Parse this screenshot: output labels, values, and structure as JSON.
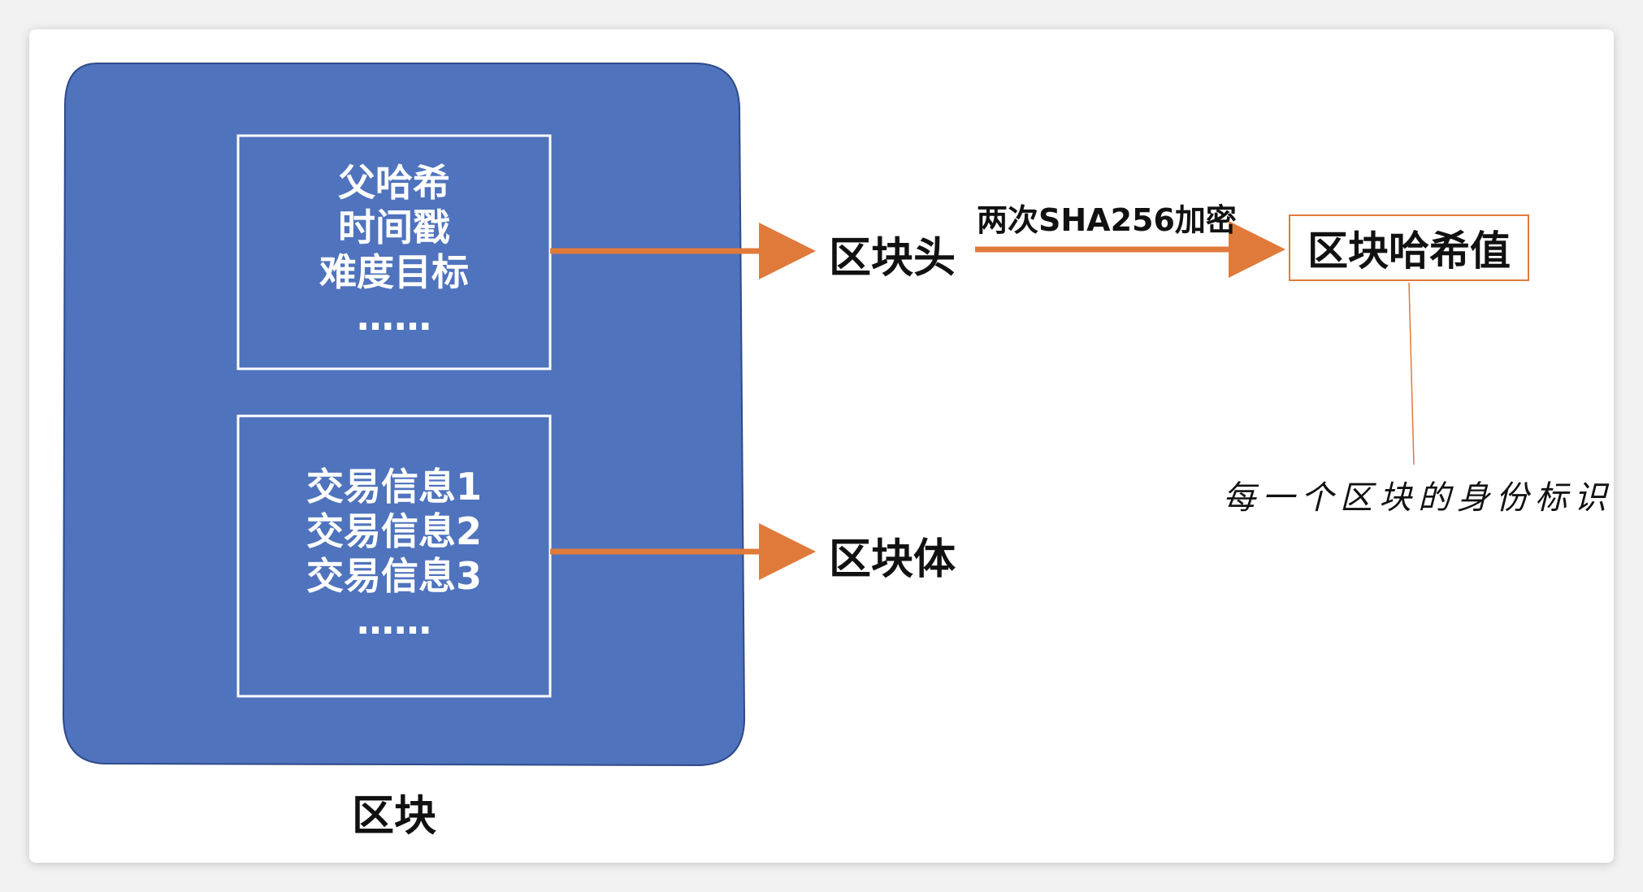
{
  "block": {
    "label": "区块",
    "header_box": {
      "lines": [
        "父哈希",
        "时间戳",
        "难度目标",
        "……"
      ]
    },
    "body_box": {
      "lines": [
        "交易信息1",
        "交易信息2",
        "交易信息3",
        "……"
      ]
    }
  },
  "block_header_label": "区块头",
  "block_body_label": "区块体",
  "hash_operation": "两次SHA256加密",
  "block_hash_label": "区块哈希值",
  "annotation": "每一个区块的身份标识",
  "colors": {
    "block_fill": "#4f73bd",
    "block_stroke": "#2f4a8a",
    "arrow": "#e07a3a",
    "inner_box_border": "#ffffff",
    "text": "#111111"
  }
}
